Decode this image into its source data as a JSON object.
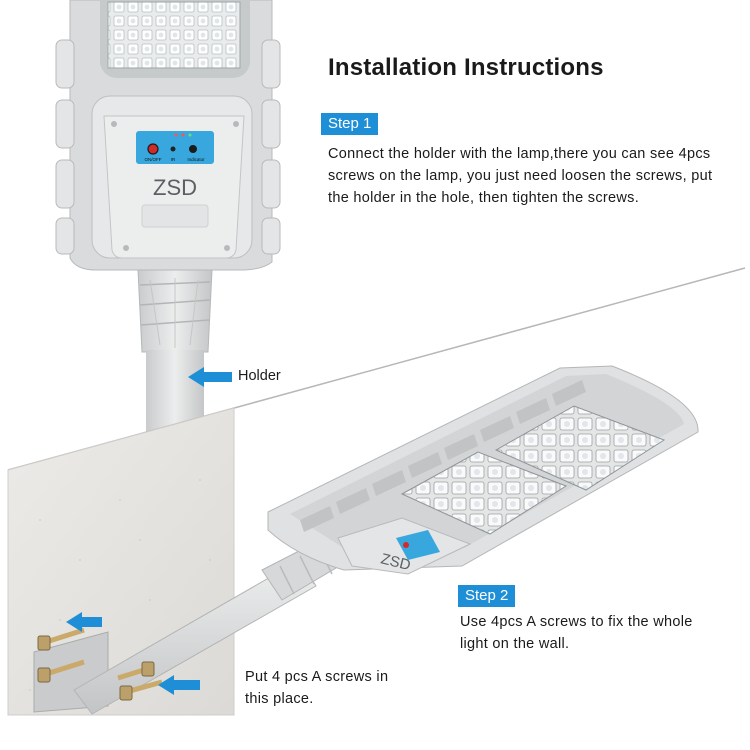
{
  "title": "Installation Instructions",
  "step1": {
    "badge": "Step 1",
    "text": "Connect the holder with the lamp,there you can see 4pcs screws on the lamp, you just need loosen the screws, put the holder in the hole, then tighten the screws."
  },
  "step2": {
    "badge": "Step 2",
    "text": "Use 4pcs A screws to fix the whole light on the wall."
  },
  "callouts": {
    "holder": "Holder",
    "screws": "Put 4 pcs A screws in this place."
  },
  "lamp": {
    "brand": "ZSD",
    "panel_labels": [
      "ON/OFF",
      "IR",
      "Indicator"
    ]
  },
  "colors": {
    "accent": "#1e8fd6",
    "lamp_body": "#dcdedf",
    "text": "#1a1a1a"
  }
}
